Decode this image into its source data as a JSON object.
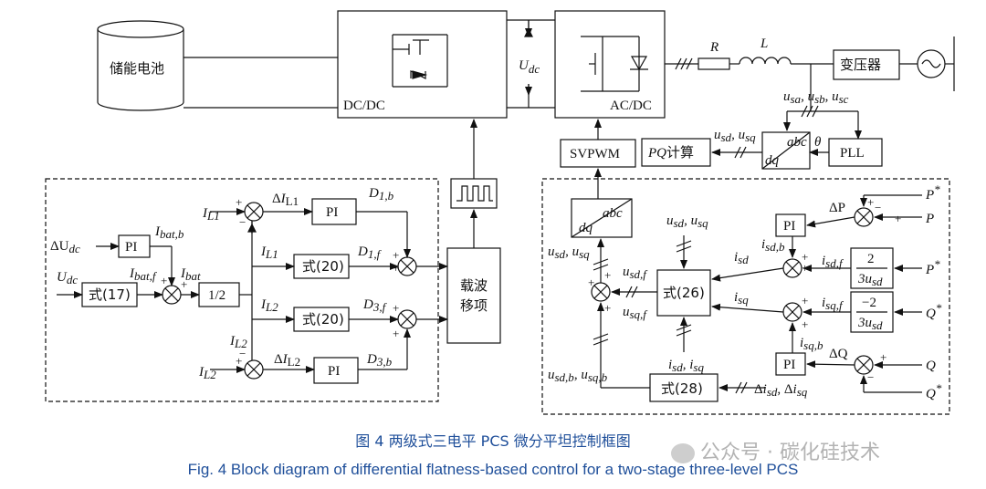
{
  "battery": "储能电池",
  "dcdc": "DC/DC",
  "acdc": "AC/DC",
  "udc": "U",
  "udc_sub": "dc",
  "r_label": "R",
  "l_label": "L",
  "transformer": "变压器",
  "grid_voltages": "u",
  "usa_label": "u",
  "usa_sub": "sa",
  "usb_sub": "sb",
  "usc_sub": "sc",
  "pll": "PLL",
  "theta": "θ",
  "svpwm": "SVPWM",
  "pq_calc": "PQ计算",
  "usd_usq": "u",
  "sd": "sd",
  "sq": "sq",
  "dq": "dq",
  "abc": "abc",
  "pi": "PI",
  "half": "1/2",
  "eq17": "式(17)",
  "eq20": "式(20)",
  "eq26": "式(26)",
  "eq28": "式(28)",
  "carrier": "载波",
  "shift": "移项",
  "two": "2",
  "minus_two": "−2",
  "three_usd": "3u",
  "il1": "I",
  "il1_sub": "L1",
  "il2_sub": "L2",
  "dil1": "ΔI",
  "dudc": "ΔU",
  "dudc_sub": "dc",
  "ibat_b": "bat,b",
  "ibat_f": "bat,f",
  "ibat": "bat",
  "d1b": "1,b",
  "d1f": "1,f",
  "d3f": "3,f",
  "d3b": "3,b",
  "star": "*",
  "plus": "+",
  "minus": "−",
  "p": "P",
  "q": "Q",
  "dp": "ΔP",
  "dq_err": "ΔQ",
  "isd": "i",
  "isd_b": "sd,b",
  "isd_f": "sd,f",
  "isq_f": "sq,f",
  "isq_b": "sq,b",
  "usd_f": "sd,f",
  "usq_f": "sq,f",
  "usd_b": "sd,b",
  "usq_b": "sq,b",
  "dis": "Δi",
  "caption_cn": "图 4   两级式三电平 PCS 微分平坦控制框图",
  "caption_en": "Fig. 4   Block diagram of differential flatness-based control for a two-stage three-level PCS",
  "watermark": "公众号 · 碳化硅技术"
}
